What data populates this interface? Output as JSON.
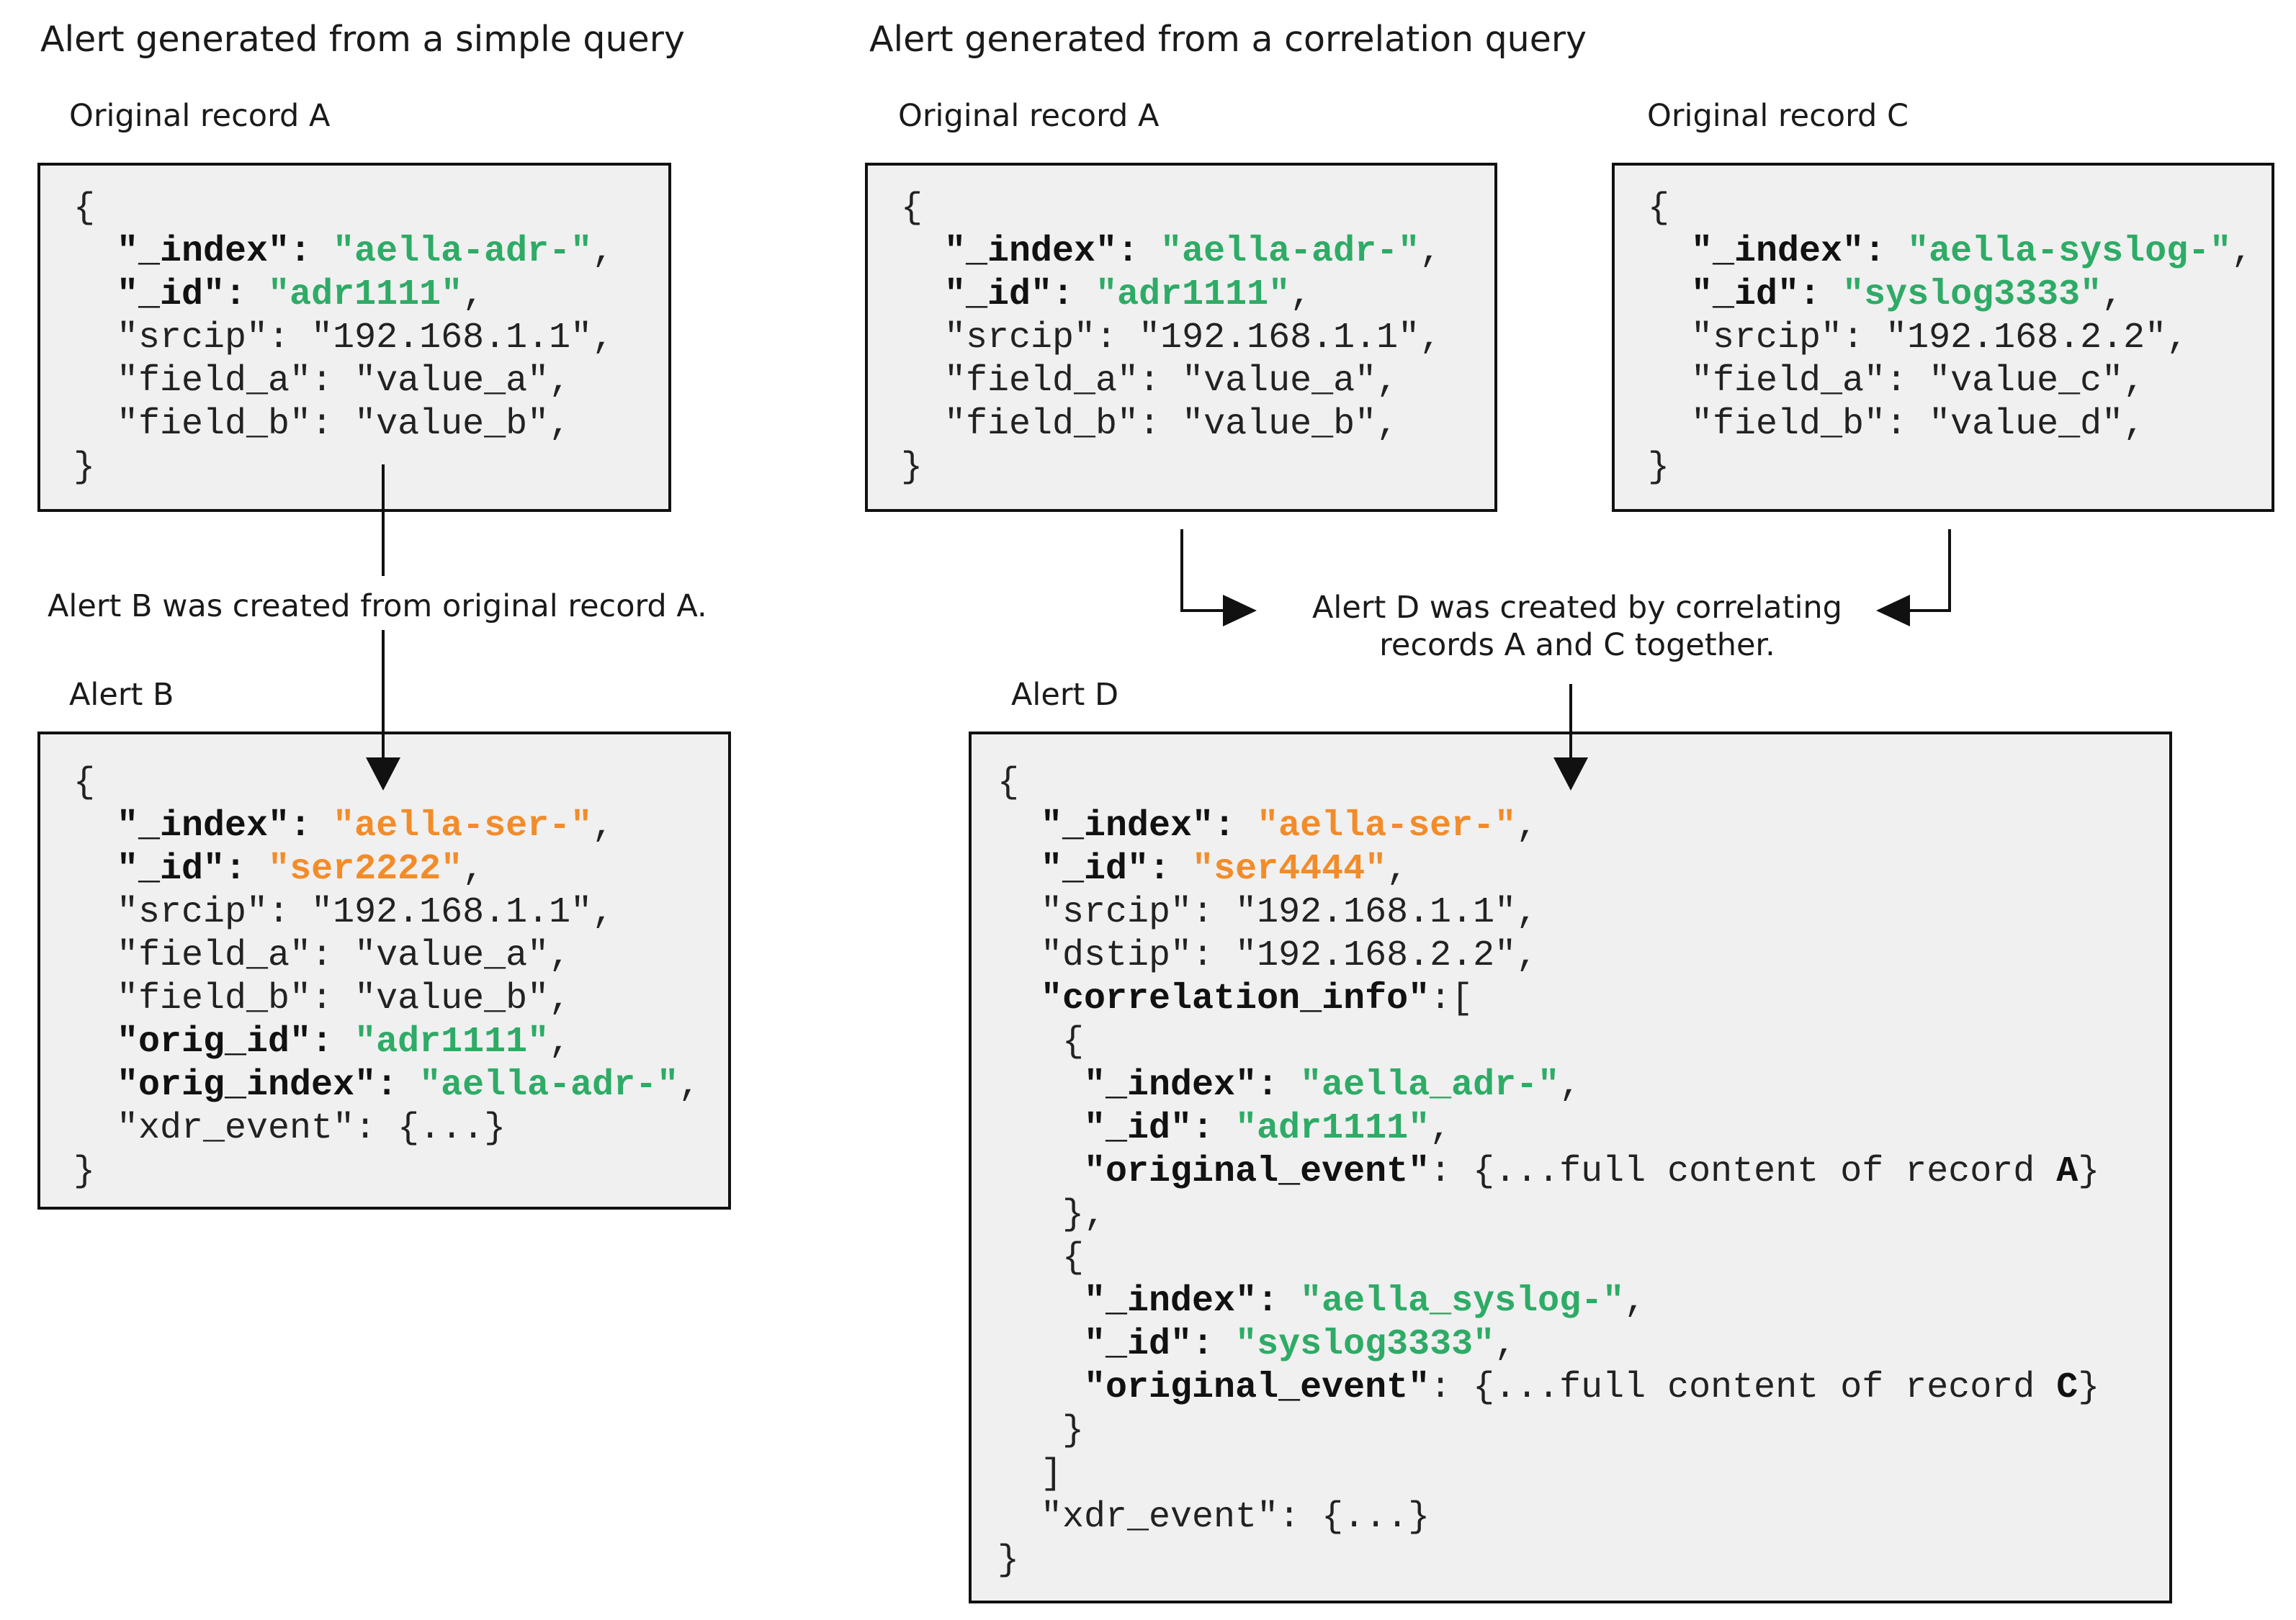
{
  "left": {
    "heading": "Alert generated from a simple query",
    "record_a": {
      "label": "Original record A",
      "open": "{",
      "index_key": "\"_index\"",
      "index_val": "\"aella-adr-\"",
      "id_key": "\"_id\"",
      "id_val": "\"adr1111\"",
      "srcip": "\"srcip\": \"192.168.1.1\",",
      "field_a": "\"field_a\": \"value_a\",",
      "field_b": "\"field_b\": \"value_b\",",
      "close": "}"
    },
    "arrow_note": "Alert B was created from original record A.",
    "alert_b": {
      "label": "Alert B",
      "open": "{",
      "index_key": "\"_index\"",
      "index_val": "\"aella-ser-\"",
      "id_key": "\"_id\"",
      "id_val": "\"ser2222\"",
      "srcip": "\"srcip\": \"192.168.1.1\",",
      "field_a": "\"field_a\": \"value_a\",",
      "field_b": "\"field_b\": \"value_b\",",
      "orig_id_key": "\"orig_id\"",
      "orig_id_val": "\"adr1111\"",
      "orig_index_key": "\"orig_index\"",
      "orig_index_val": "\"aella-adr-\"",
      "xdr_event": "\"xdr_event\": {...}",
      "close": "}"
    }
  },
  "right": {
    "heading": "Alert generated from a correlation query",
    "record_a": {
      "label": "Original record A",
      "open": "{",
      "index_key": "\"_index\"",
      "index_val": "\"aella-adr-\"",
      "id_key": "\"_id\"",
      "id_val": "\"adr1111\"",
      "srcip": "\"srcip\": \"192.168.1.1\",",
      "field_a": "\"field_a\": \"value_a\",",
      "field_b": "\"field_b\": \"value_b\",",
      "close": "}"
    },
    "record_c": {
      "label": "Original record C",
      "open": "{",
      "index_key": "\"_index\"",
      "index_val": "\"aella-syslog-\"",
      "id_key": "\"_id\"",
      "id_val": "\"syslog3333\"",
      "srcip": "\"srcip\": \"192.168.2.2\",",
      "field_a": "\"field_a\": \"value_c\",",
      "field_b": "\"field_b\": \"value_d\",",
      "close": "}"
    },
    "arrow_note_line1": "Alert D was created by correlating",
    "arrow_note_line2": "records A and C together.",
    "alert_d": {
      "label": "Alert D",
      "open": "{",
      "index_key": "\"_index\"",
      "index_val": "\"aella-ser-\"",
      "id_key": "\"_id\"",
      "id_val": "\"ser4444\"",
      "srcip": "\"srcip\": \"192.168.1.1\",",
      "dstip": "\"dstip\": \"192.168.2.2\",",
      "corr_key": "\"correlation_info\"",
      "corr_open": ":[",
      "obj_open": "{",
      "a_index_key": "\"_index\"",
      "a_index_val": "\"aella_adr-\"",
      "a_id_key": "\"_id\"",
      "a_id_val": "\"adr1111\"",
      "a_orig_key": "\"original_event\"",
      "a_orig_text": ": {...full content of record ",
      "a_orig_letter": "A",
      "obj_close_comma": "},",
      "c_index_key": "\"_index\"",
      "c_index_val": "\"aella_syslog-\"",
      "c_id_key": "\"_id\"",
      "c_id_val": "\"syslog3333\"",
      "c_orig_key": "\"original_event\"",
      "c_orig_text": ": {...full content of record ",
      "c_orig_letter": "C",
      "obj_close": "}",
      "arr_close": "]",
      "xdr_event": "\"xdr_event\": {...}",
      "close": "}"
    }
  }
}
